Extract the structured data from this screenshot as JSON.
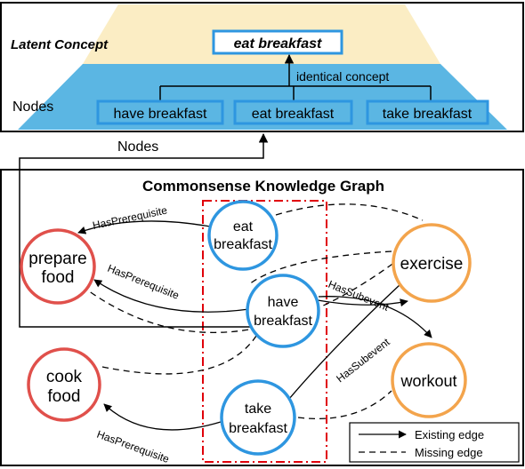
{
  "top_panel": {
    "latent_label": "Latent Concept",
    "nodes_label": "Nodes",
    "concept": "eat breakfast",
    "identical_label": "identical concept",
    "node_boxes": [
      "have breakfast",
      "eat breakfast",
      "take breakfast"
    ]
  },
  "connector_label": "Nodes",
  "graph": {
    "title": "Commonsense Knowledge Graph",
    "nodes": {
      "eat": [
        "eat",
        "breakfast"
      ],
      "have": [
        "have",
        "breakfast"
      ],
      "take": [
        "take",
        "breakfast"
      ],
      "prepare": [
        "prepare",
        "food"
      ],
      "cook": [
        "cook",
        "food"
      ],
      "exercise": [
        "exercise"
      ],
      "workout": [
        "workout"
      ]
    },
    "edge_labels": {
      "e1": "HasPrerequisite",
      "e2": "HasPrerequisite",
      "e3": "HasSubevent",
      "e4": "HasSubevent",
      "e5": "HasPrerequisite"
    },
    "legend": {
      "existing": "Existing edge",
      "missing": "Missing edge"
    }
  },
  "colors": {
    "blue_node": "#2e96e0",
    "blue_fill": "#5bb6e3",
    "top_fill": "#fbedc4",
    "red_node": "#e0504b",
    "orange_node": "#f3a44c",
    "red_dash": "#e0000a"
  }
}
